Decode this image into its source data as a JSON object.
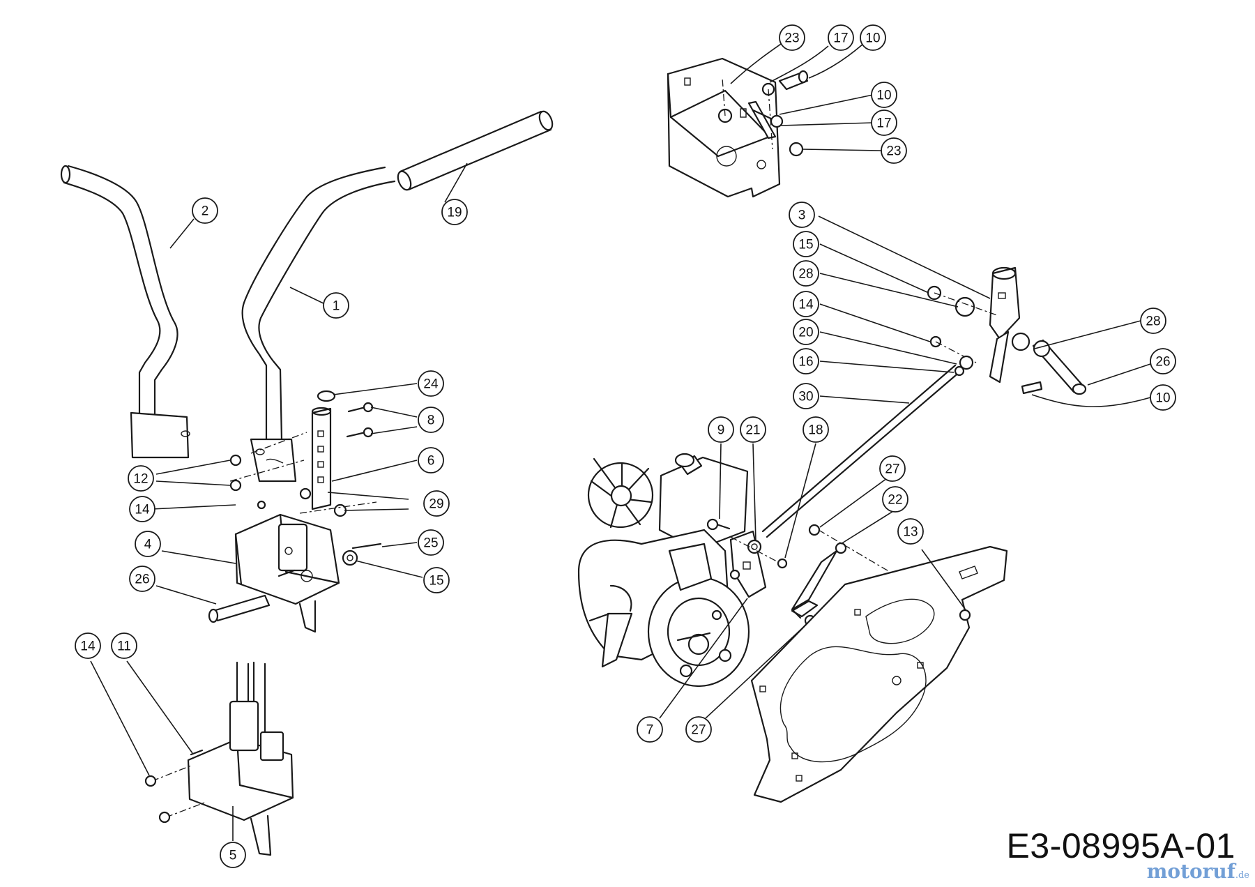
{
  "drawing_code": "E3-08995A-01",
  "watermark": {
    "brand": "motoruf",
    "tld": ".de"
  },
  "callouts": [
    {
      "id": "c23a",
      "label": "23"
    },
    {
      "id": "c17a",
      "label": "17"
    },
    {
      "id": "c10a",
      "label": "10"
    },
    {
      "id": "c10b",
      "label": "10"
    },
    {
      "id": "c17b",
      "label": "17"
    },
    {
      "id": "c23b",
      "label": "23"
    },
    {
      "id": "c2",
      "label": "2"
    },
    {
      "id": "c19",
      "label": "19"
    },
    {
      "id": "c1",
      "label": "1"
    },
    {
      "id": "c3",
      "label": "3"
    },
    {
      "id": "c15a",
      "label": "15"
    },
    {
      "id": "c28a",
      "label": "28"
    },
    {
      "id": "c14a",
      "label": "14"
    },
    {
      "id": "c20",
      "label": "20"
    },
    {
      "id": "c16",
      "label": "16"
    },
    {
      "id": "c30",
      "label": "30"
    },
    {
      "id": "c28b",
      "label": "28"
    },
    {
      "id": "c26a",
      "label": "26"
    },
    {
      "id": "c10c",
      "label": "10"
    },
    {
      "id": "c24",
      "label": "24"
    },
    {
      "id": "c8",
      "label": "8"
    },
    {
      "id": "c6",
      "label": "6"
    },
    {
      "id": "c12",
      "label": "12"
    },
    {
      "id": "c29",
      "label": "29"
    },
    {
      "id": "c14b",
      "label": "14"
    },
    {
      "id": "c25",
      "label": "25"
    },
    {
      "id": "c4",
      "label": "4"
    },
    {
      "id": "c15b",
      "label": "15"
    },
    {
      "id": "c26b",
      "label": "26"
    },
    {
      "id": "c9",
      "label": "9"
    },
    {
      "id": "c21",
      "label": "21"
    },
    {
      "id": "c18",
      "label": "18"
    },
    {
      "id": "c27a",
      "label": "27"
    },
    {
      "id": "c22",
      "label": "22"
    },
    {
      "id": "c13",
      "label": "13"
    },
    {
      "id": "c14c",
      "label": "14"
    },
    {
      "id": "c11",
      "label": "11"
    },
    {
      "id": "c5",
      "label": "5"
    },
    {
      "id": "c7",
      "label": "7"
    },
    {
      "id": "c27b",
      "label": "27"
    }
  ]
}
